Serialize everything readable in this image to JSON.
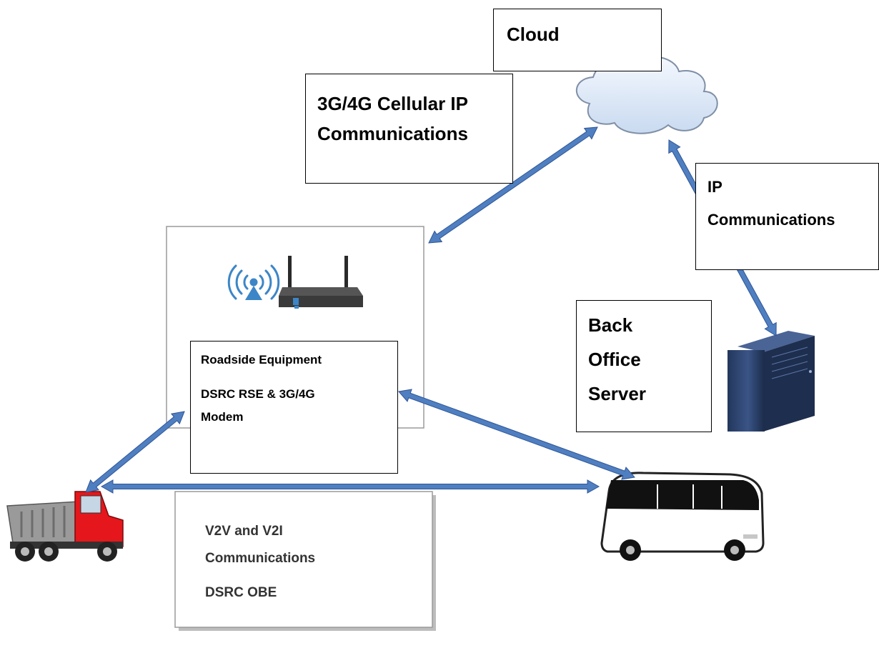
{
  "labels": {
    "cloud": "Cloud",
    "cellular_line1": "3G/4G Cellular IP",
    "cellular_line2": "Communications",
    "ip_line1": "IP",
    "ip_line2": "Communications",
    "rse_line1": "Roadside Equipment",
    "rse_line2": "DSRC RSE & 3G/4G",
    "rse_line3": "Modem",
    "backoffice_line1": "Back",
    "backoffice_line2": "Office",
    "backoffice_line3": "Server",
    "v2v_line1": "V2V and V2I",
    "v2v_line2": "Communications",
    "v2v_line3": "DSRC OBE"
  },
  "colors": {
    "arrow": "#4F7FC0",
    "arrow_edge": "#2F5597",
    "truck_cab": "#E5171C",
    "truck_bed": "#9A9A9A",
    "server": "#2B3F66",
    "cloud_fill": "#DCE8F7",
    "antenna": "#3C86C7"
  },
  "icons": [
    "cloud-icon",
    "antenna-icon",
    "router-icon",
    "server-icon",
    "dump-truck-icon",
    "bus-icon"
  ]
}
